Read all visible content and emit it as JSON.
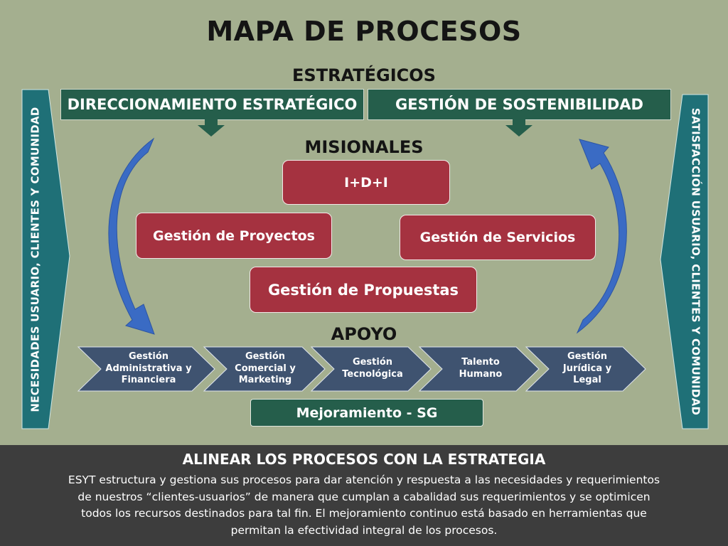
{
  "title": "MAPA DE PROCESOS",
  "sections": {
    "estrategicos": "ESTRATÉGICOS",
    "misionales": "MISIONALES",
    "apoyo": "APOYO"
  },
  "side_left": "NECESIDADES USUARIO, CLIENTES Y COMUNIDAD",
  "side_right": "SATISFACCIÓN USUARIO, CLIENTES Y COMUNIDAD",
  "strategic": [
    "DIRECCIONAMIENTO ESTRATÉGICO",
    "GESTIÓN DE SOSTENIBILIDAD"
  ],
  "misional": {
    "idi": "I+D+I",
    "proyectos": "Gestión de Proyectos",
    "servicios": "Gestión de Servicios",
    "propuestas": "Gestión de Propuestas"
  },
  "apoyo": [
    {
      "l1": "Gestión",
      "l2": "Administrativa y",
      "l3": "Financiera"
    },
    {
      "l1": "Gestión",
      "l2": "Comercial y",
      "l3": "Marketing"
    },
    {
      "l1": "Gestión",
      "l2": "Tecnológica",
      "l3": ""
    },
    {
      "l1": "Talento",
      "l2": "Humano",
      "l3": ""
    },
    {
      "l1": "Gestión",
      "l2": "Jurídica y",
      "l3": "Legal"
    }
  ],
  "mejoramiento": "Mejoramiento - SG",
  "footer": {
    "title": "ALINEAR LOS PROCESOS CON LA ESTRATEGIA",
    "body": "ESYT estructura y gestiona sus procesos para dar atención y respuesta a las necesidades y requerimientos de nuestros “clientes-usuarios” de manera que cumplan a cabalidad sus requerimientos y se optimicen todos los recursos destinados para tal fin. El mejoramiento continuo está basado en herramientas que permitan la efectividad integral de los procesos."
  },
  "colors": {
    "background": "#a4af8f",
    "strategic": "#255e4b",
    "misional": "#a53240",
    "support": "#3f5370",
    "side": "#1f7077",
    "arrows": "#3a6bc4",
    "footer": "#3d3d3d"
  }
}
